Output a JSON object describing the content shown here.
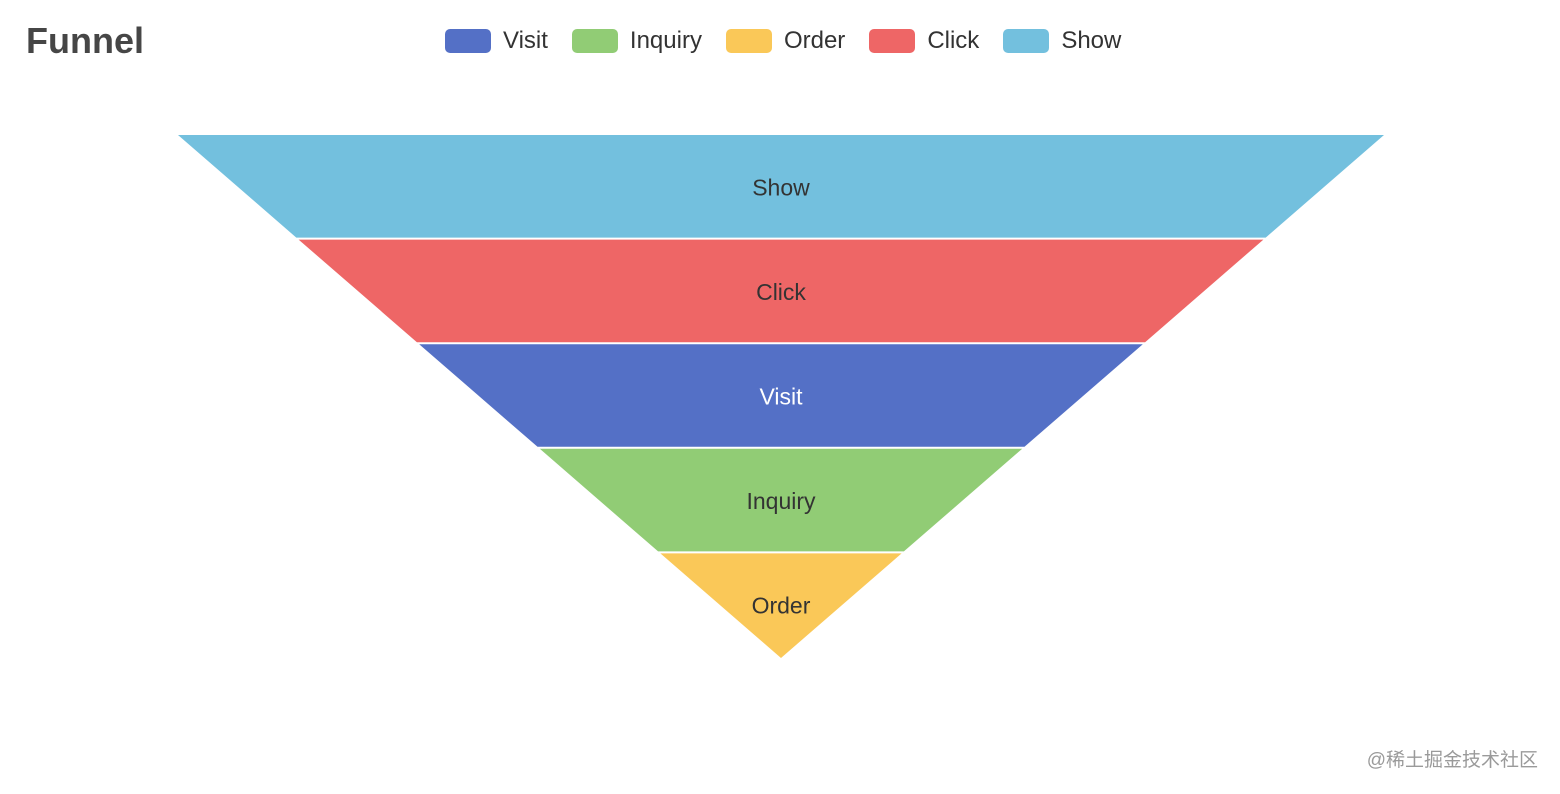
{
  "title": "Funnel",
  "legend": [
    {
      "label": "Visit",
      "color": "#5470c6"
    },
    {
      "label": "Inquiry",
      "color": "#91cc75"
    },
    {
      "label": "Order",
      "color": "#fac858"
    },
    {
      "label": "Click",
      "color": "#ee6666"
    },
    {
      "label": "Show",
      "color": "#73c0de"
    }
  ],
  "watermark": "@稀土掘金技术社区",
  "chart_data": {
    "type": "funnel",
    "title": "Funnel",
    "sort": "descending",
    "legend_position": "top-center",
    "categories": [
      "Show",
      "Click",
      "Visit",
      "Inquiry",
      "Order"
    ],
    "values": [
      100,
      80,
      60,
      40,
      20
    ],
    "colors": [
      "#73c0de",
      "#ee6666",
      "#5470c6",
      "#91cc75",
      "#fac858"
    ],
    "label_colors": [
      "#333333",
      "#333333",
      "#ffffff",
      "#333333",
      "#333333"
    ]
  }
}
